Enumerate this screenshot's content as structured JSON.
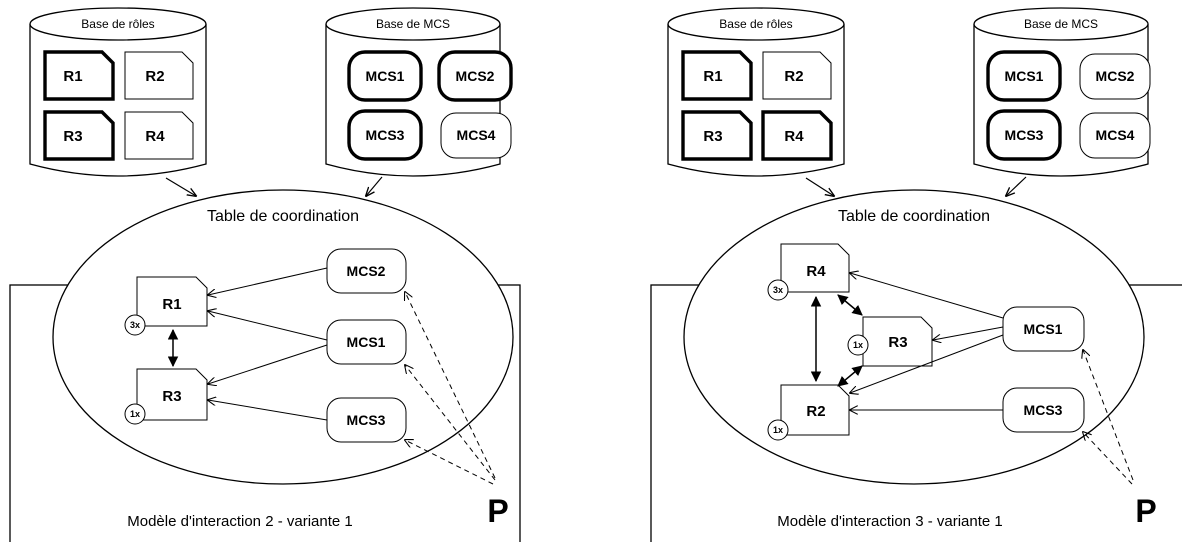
{
  "panels": [
    {
      "role_db": {
        "label": "Base de rôles",
        "roles": [
          {
            "label": "R1",
            "active": true
          },
          {
            "label": "R2",
            "active": false
          },
          {
            "label": "R3",
            "active": true
          },
          {
            "label": "R4",
            "active": false
          }
        ]
      },
      "mcs_db": {
        "label": "Base de MCS",
        "items": [
          {
            "label": "MCS1",
            "active": true
          },
          {
            "label": "MCS2",
            "active": true
          },
          {
            "label": "MCS3",
            "active": true
          },
          {
            "label": "MCS4",
            "active": false
          }
        ]
      },
      "table_label": "Table de coordination",
      "model_roles": [
        {
          "label": "R1",
          "count": "3x"
        },
        {
          "label": "R3",
          "count": "1x"
        }
      ],
      "model_mcs": [
        "MCS2",
        "MCS1",
        "MCS3"
      ],
      "caption": "Modèle d'interaction 2 - variante 1",
      "p_label": "P"
    },
    {
      "role_db": {
        "label": "Base de rôles",
        "roles": [
          {
            "label": "R1",
            "active": true
          },
          {
            "label": "R2",
            "active": false
          },
          {
            "label": "R3",
            "active": true
          },
          {
            "label": "R4",
            "active": true
          }
        ]
      },
      "mcs_db": {
        "label": "Base de MCS",
        "items": [
          {
            "label": "MCS1",
            "active": true
          },
          {
            "label": "MCS2",
            "active": false
          },
          {
            "label": "MCS3",
            "active": true
          },
          {
            "label": "MCS4",
            "active": false
          }
        ]
      },
      "table_label": "Table de coordination",
      "model_roles": [
        {
          "label": "R4",
          "count": "3x"
        },
        {
          "label": "R3",
          "count": "1x"
        },
        {
          "label": "R2",
          "count": "1x"
        }
      ],
      "model_mcs": [
        "MCS1",
        "MCS3"
      ],
      "caption": "Modèle d'interaction 3 - variante 1",
      "p_label": "P"
    }
  ]
}
